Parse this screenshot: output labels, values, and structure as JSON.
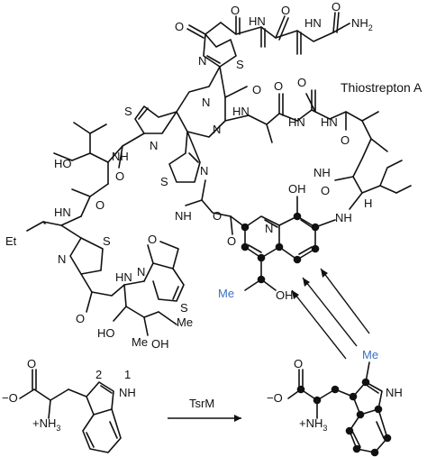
{
  "figure": {
    "compound_name": "Thiostrepton A",
    "enzyme_label": "TsrM",
    "atoms": {
      "nh2": "NH",
      "nh2_sub": "2",
      "hn": "HN",
      "nh": "NH",
      "n": "N",
      "s": "S",
      "o": "O",
      "oh": "OH",
      "ho": "HO",
      "me": "Me",
      "et": "Et",
      "et_chain": "Et",
      "h": "H",
      "ring_num_2": "2",
      "ring_num_1": "1",
      "nh3": "NH",
      "nh3_sub": "3",
      "plus": "+",
      "minus": "−"
    },
    "colors": {
      "bond": "#111111",
      "highlight": "#3a6fc9"
    }
  }
}
